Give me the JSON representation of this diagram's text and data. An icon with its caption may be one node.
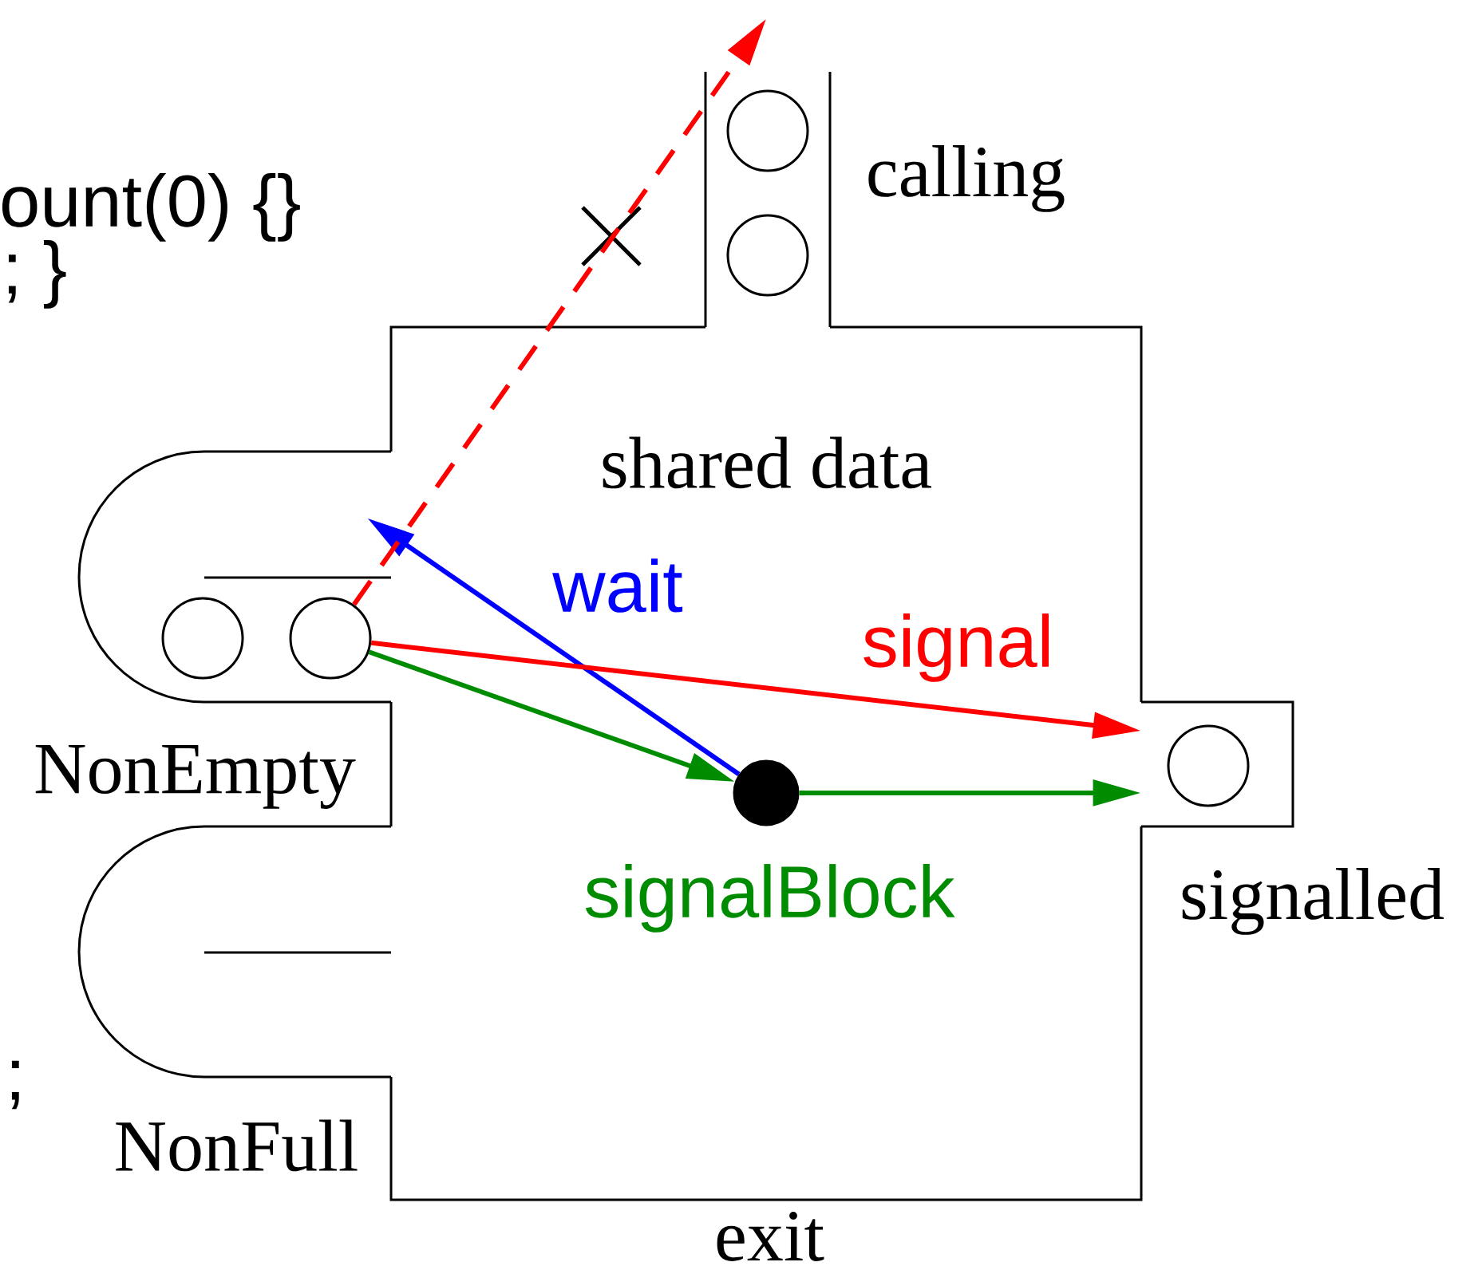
{
  "diagram": {
    "nodes": [
      {
        "text": [
          "shared data"
        ]
      },
      {
        "text": [
          "calling"
        ]
      },
      {
        "text": [],
        "shape": "circle",
        "in": 1
      },
      {
        "text": [],
        "shape": "circle",
        "in": 1
      },
      {
        "text": [
          "NonEmpty"
        ]
      },
      {
        "text": [],
        "shape": "circle",
        "in": 4
      },
      {
        "text": [],
        "shape": "circle",
        "in": 4
      },
      {
        "text": [
          "NonFull"
        ]
      },
      {
        "text": [],
        "shape": "circle",
        "in": 0
      },
      {
        "text": [
          "signalled"
        ]
      },
      {
        "text": [],
        "shape": "circle",
        "in": 9
      }
    ],
    "edges": [
      {
        "from": 8,
        "to": 4,
        "arrow": "to",
        "label": "wait",
        "color": "#0000ff"
      },
      {
        "from": 6,
        "to": 1,
        "arrow": "to",
        "style": "dashed",
        "color": "#ff0000"
      },
      {
        "from": 6,
        "to": 9,
        "arrow": "to",
        "label": "signal",
        "color": "#ff0000"
      },
      {
        "from": 6,
        "to": 8,
        "arrow": "to",
        "label": "signalBlock",
        "color": "#008c00"
      },
      {
        "from": 8,
        "to": 9,
        "arrow": "to",
        "color": "#008c00"
      }
    ],
    "labels": [
      "ount(0) {}",
      "; }",
      ";",
      "exit"
    ]
  }
}
